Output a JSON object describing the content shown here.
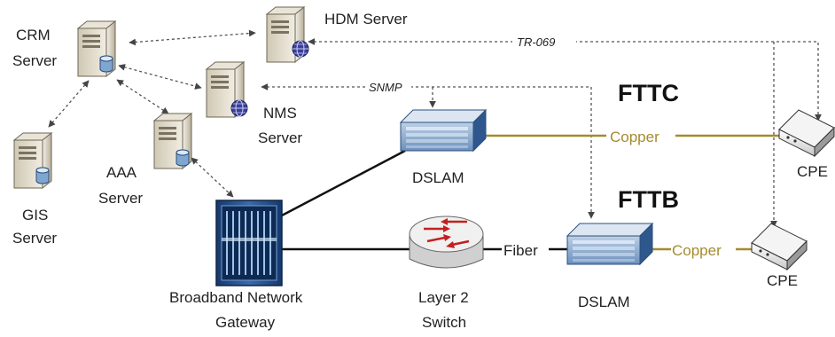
{
  "colors": {
    "copper": "#a68b2e",
    "fiber": "#222222",
    "mgmt": "#555555",
    "dslam": "#3f6fa8"
  },
  "nodes": {
    "crm_server": {
      "line1": "CRM",
      "line2": "Server",
      "icon": "server-icon"
    },
    "hdm_server": {
      "label": "HDM Server",
      "icon": "server-globe-icon"
    },
    "nms_server": {
      "line1": "NMS",
      "line2": "Server",
      "icon": "server-globe-icon"
    },
    "gis_server": {
      "line1": "GIS",
      "line2": "Server",
      "icon": "server-icon"
    },
    "aaa_server": {
      "line1": "AAA",
      "line2": "Server",
      "icon": "server-icon"
    },
    "bng": {
      "line1": "Broadband Network",
      "line2": "Gateway",
      "icon": "rack-icon"
    },
    "dslam_fttc": {
      "label": "DSLAM",
      "icon": "dslam-icon"
    },
    "dslam_fttb": {
      "label": "DSLAM",
      "icon": "dslam-icon"
    },
    "l2_switch": {
      "line1": "Layer 2",
      "line2": "Switch",
      "icon": "switch-icon"
    },
    "cpe_fttc": {
      "label": "CPE",
      "icon": "cpe-icon"
    },
    "cpe_fttb": {
      "label": "CPE",
      "icon": "cpe-icon"
    }
  },
  "sections": {
    "fttc": "FTTC",
    "fttb": "FTTB"
  },
  "links": {
    "tr069": "TR-069",
    "snmp": "SNMP",
    "copper": "Copper",
    "fiber": "Fiber"
  }
}
